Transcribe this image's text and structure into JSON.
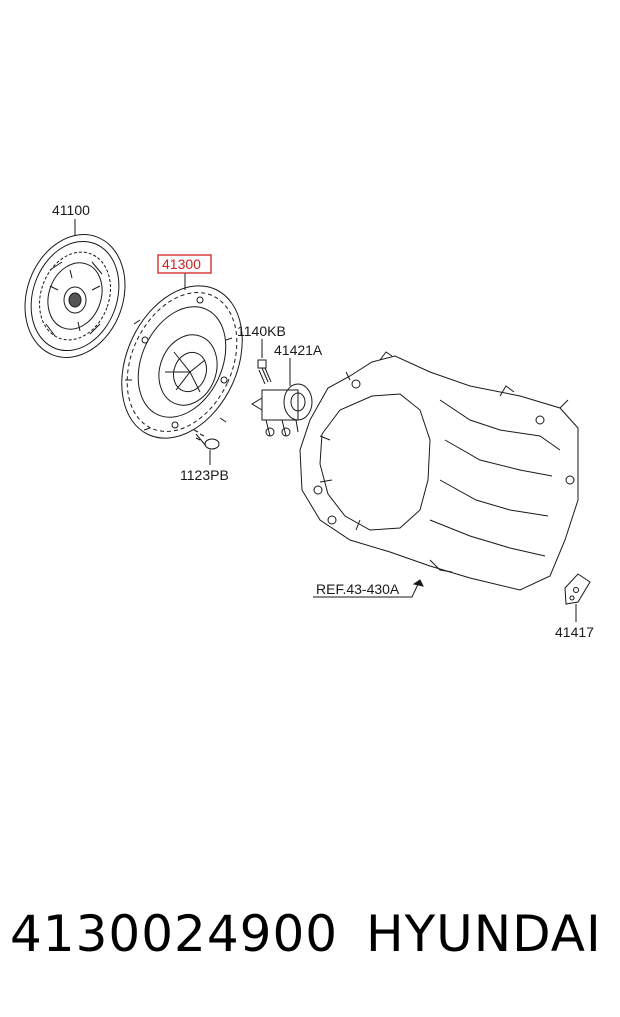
{
  "diagram": {
    "callouts": {
      "clutch_disc": "41100",
      "clutch_cover": "41300",
      "bolt_top": "1140KB",
      "release_cylinder": "41421A",
      "bolt_bottom": "1123PB",
      "reference": "REF.43-430A",
      "bracket": "41417"
    },
    "highlight_color": "#d42020",
    "line_color": "#1a1a1a"
  },
  "footer": {
    "part_number": "4130024900",
    "brand": "HYUNDAI"
  }
}
